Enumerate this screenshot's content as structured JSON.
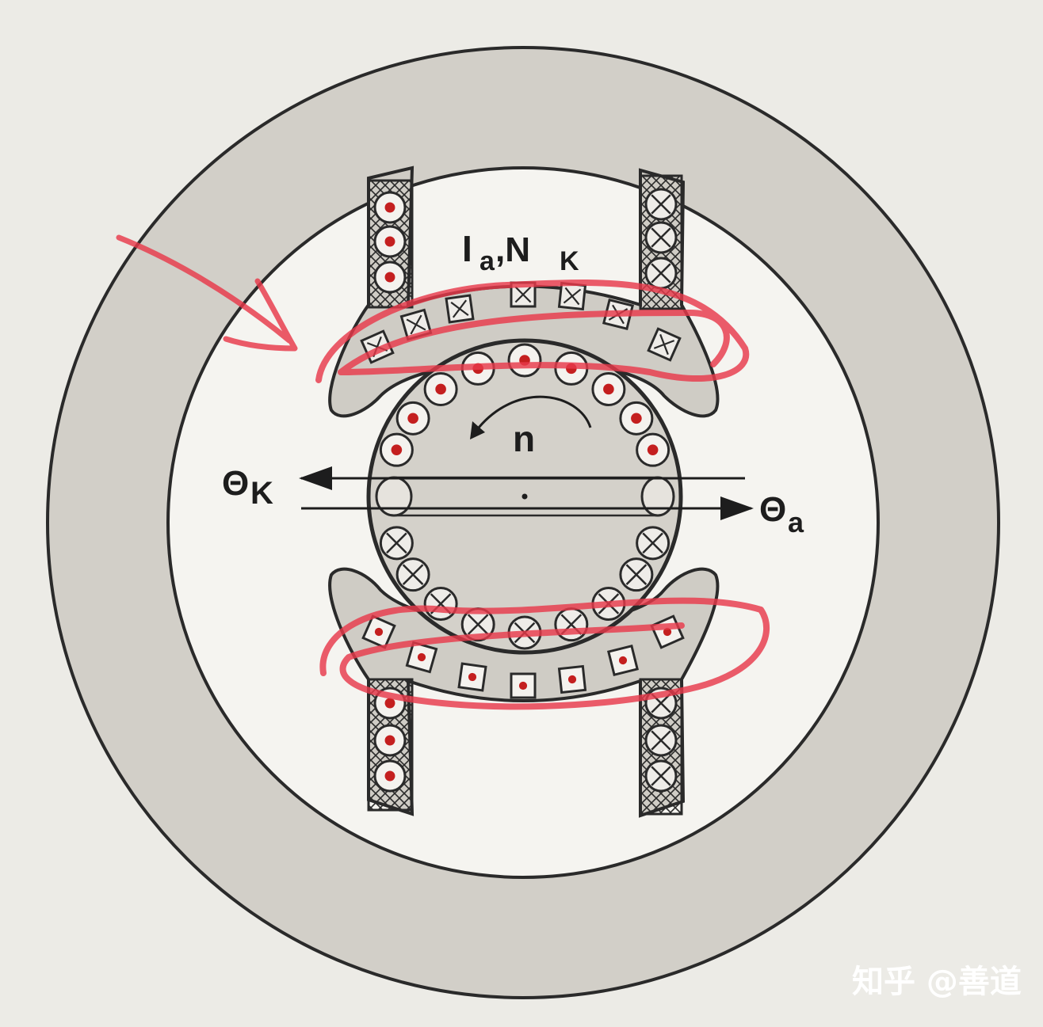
{
  "labels": {
    "armature_I": "I",
    "armature_sub_a": "a",
    "armature_comma_N": ",N",
    "armature_sub_K": "K",
    "speed": "n",
    "theta": "Θ",
    "theta_left_sub": "K",
    "theta_right_sub": "a"
  },
  "watermark": "知乎 @善道",
  "symbols": {
    "dot_conductor": "current-out-of-page-dot",
    "cross_conductor": "current-into-page-cross"
  },
  "colors": {
    "outer_ring": "#d2cfc8",
    "gap": "#f5f4f0",
    "pole": "#cfccc5",
    "rotor": "#d4d1ca",
    "ink": "#2a2a2a",
    "dot": "#c41f1f",
    "annotation": "#e8394a"
  }
}
